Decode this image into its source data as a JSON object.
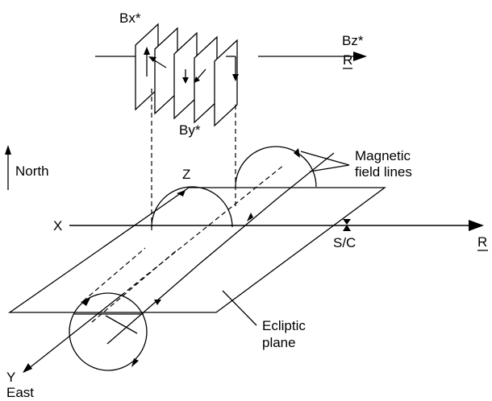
{
  "labels": {
    "bx": "Bx*",
    "bz": "Bz*",
    "r_top": "R",
    "by": "By*",
    "north": "North",
    "z": "Z",
    "magnetic_field_lines": [
      "Magnetic",
      "field lines"
    ],
    "x": "X",
    "r_right": "R",
    "sc": "S/C",
    "ecliptic_plane": [
      "Ecliptic",
      "plane"
    ],
    "y": "Y",
    "east": "East"
  },
  "colors": {
    "ink": "#000000",
    "background": "#ffffff"
  }
}
